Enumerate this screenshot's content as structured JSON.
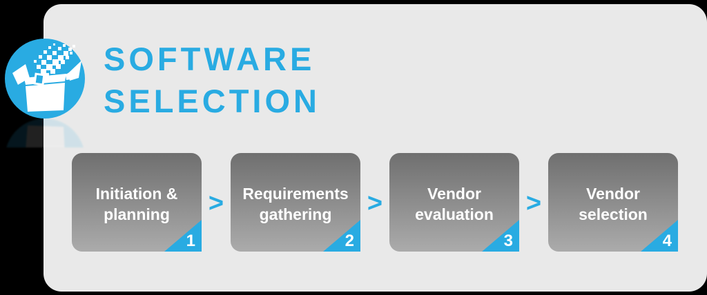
{
  "title": {
    "line1": "SOFTWARE",
    "line2": "SELECTION"
  },
  "icon": {
    "name": "software-box-icon"
  },
  "connector": {
    "symbol": ">"
  },
  "steps": [
    {
      "line1": "Initiation &",
      "line2": "planning",
      "number": "1"
    },
    {
      "line1": "Requirements",
      "line2": "gathering",
      "number": "2"
    },
    {
      "line1": "Vendor",
      "line2": "evaluation",
      "number": "3"
    },
    {
      "line1": "Vendor",
      "line2": "selection",
      "number": "4"
    }
  ],
  "colors": {
    "accent": "#29ABE2",
    "card_background": "#E9E9E9",
    "step_gradient_top": "#6F6F6F",
    "step_gradient_bottom": "#ABABAB",
    "step_text": "#FFFFFF"
  }
}
